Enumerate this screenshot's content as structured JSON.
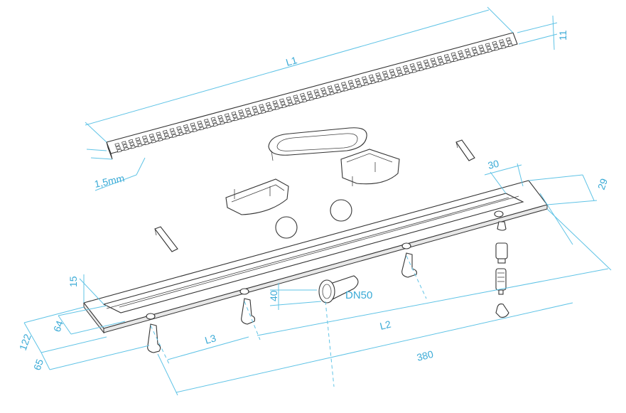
{
  "colors": {
    "dimension": "#5fc3e6",
    "dimension_text": "#3aaad6",
    "outline": "#333333"
  },
  "labels": {
    "L1": "L1",
    "L2": "L2",
    "L3": "L3",
    "dn50": "DN50",
    "t15mm": "1,5mm",
    "d11": "11",
    "d30": "30",
    "d29": "29",
    "d15": "15",
    "d40": "40",
    "d64": "64",
    "d122": "122",
    "d65": "65",
    "d380": "380"
  }
}
